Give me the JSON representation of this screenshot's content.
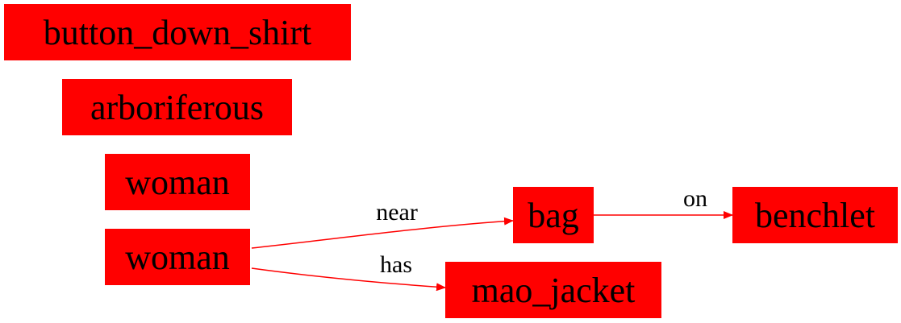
{
  "colors": {
    "node_fill": "#ff0000",
    "edge": "#ff0000",
    "text": "#000000",
    "background": "#ffffff"
  },
  "nodes": [
    {
      "id": "n1",
      "label": "button_down_shirt"
    },
    {
      "id": "n2",
      "label": "arboriferous"
    },
    {
      "id": "n3",
      "label": "woman"
    },
    {
      "id": "n4",
      "label": "woman"
    },
    {
      "id": "n5",
      "label": "bag"
    },
    {
      "id": "n6",
      "label": "benchlet"
    },
    {
      "id": "n7",
      "label": "mao_jacket"
    }
  ],
  "edges": [
    {
      "from": "n4",
      "to": "n5",
      "label": "near"
    },
    {
      "from": "n4",
      "to": "n7",
      "label": "has"
    },
    {
      "from": "n5",
      "to": "n6",
      "label": "on"
    }
  ]
}
